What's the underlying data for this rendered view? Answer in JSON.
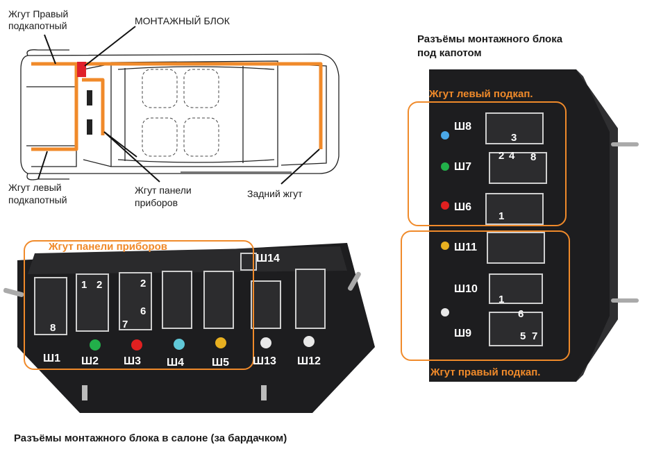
{
  "colors": {
    "harness": "#f08a2a",
    "block": "#e0202a",
    "led_blue": "#4aa8e8",
    "led_green": "#22b04a",
    "led_red": "#e02020",
    "led_yellow": "#e8b020",
    "led_white": "#e8e8e8",
    "led_cyan": "#60c8d8"
  },
  "car_diagram": {
    "right_harness_label": [
      "Жгут Правый",
      "подкапотный"
    ],
    "mounting_block_label": "МОНТАЖНЫЙ БЛОК",
    "left_harness_label": [
      "Жгут левый",
      "подкапотный"
    ],
    "panel_harness_label": [
      "Жгут панели",
      "приборов"
    ],
    "rear_harness_label": "Задний жгут"
  },
  "cabin_block": {
    "group_label": "Жгут панели приборов",
    "caption": "Разъёмы монтажного блока в салоне (за бардачком)",
    "connectors": [
      "Ш1",
      "Ш2",
      "Ш3",
      "Ш4",
      "Ш5",
      "Ш13",
      "Ш12"
    ],
    "top_connector": "Ш14",
    "pin_numbers": {
      "sh1": [
        "8"
      ],
      "sh2": [
        "1",
        "2"
      ],
      "sh3": [
        "2",
        "6",
        "7"
      ]
    }
  },
  "hood_block": {
    "title": [
      "Разъёмы монтажного блока",
      "под капотом"
    ],
    "left_group_label": "Жгут левый подкап.",
    "right_group_label": "Жгут правый подкап.",
    "connectors": [
      "Ш8",
      "Ш7",
      "Ш6",
      "Ш11",
      "Ш10",
      "Ш9"
    ],
    "pin_numbers": {
      "sh8": [
        "3"
      ],
      "sh7": [
        "2",
        "4",
        "8"
      ],
      "sh6": [
        "1"
      ],
      "sh10": [
        "1"
      ],
      "sh9": [
        "6",
        "5",
        "7"
      ]
    }
  }
}
